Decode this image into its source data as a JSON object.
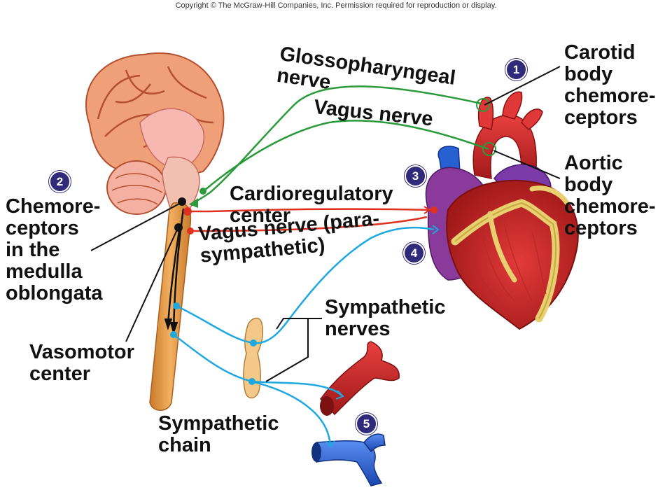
{
  "copyright": "Copyright © The McGraw-Hill Companies, Inc. Permission required for reproduction or display.",
  "labels": {
    "glossopharyngeal": "Glossopharyngeal\nnerve",
    "vagus_nerve": "Vagus nerve",
    "carotid": "Carotid\nbody\nchemore-\nceptors",
    "aortic": "Aortic\nbody\nchemore-\nceptors",
    "chemoreceptors_medulla": "Chemore-\nceptors\nin the\nmedulla\noblongata",
    "cardioregulatory": "Cardioregulatory\ncenter",
    "vagus_para": "Vagus nerve (para-\nsympathetic)",
    "vasomotor": "Vasomotor\ncenter",
    "sympathetic_nerves": "Sympathetic\nnerves",
    "sympathetic_chain": "Sympathetic\nchain"
  },
  "badges": [
    "1",
    "2",
    "3",
    "4",
    "5"
  ],
  "colors": {
    "sensory_nerve": "#2a9a3a",
    "parasympathetic_nerve": "#e03020",
    "sympathetic_nerve": "#1ea8e0",
    "spinal_cord": "#e8a048",
    "badge": "#2f2a7a"
  }
}
